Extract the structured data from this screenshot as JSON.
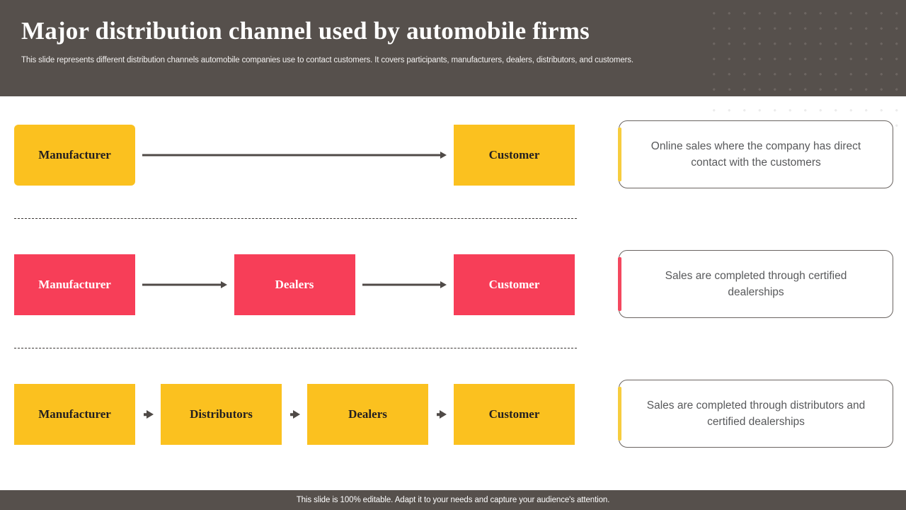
{
  "header": {
    "title": "Major distribution channel used by automobile firms",
    "subtitle": "This slide represents different distribution channels automobile companies use to contact customers. It covers participants, manufacturers, dealers, distributors, and customers.",
    "background_color": "#56504C",
    "dot_pattern_color": "#6D6662"
  },
  "colors": {
    "amber": "#FBC11F",
    "crimson": "#F73E58",
    "arrow": "#4F4A47",
    "card_text": "#58595B",
    "card_border": "#6A6461"
  },
  "flow": {
    "rows": [
      {
        "id": "direct-channel",
        "color": "amber",
        "nodes": [
          {
            "label": "Manufacturer",
            "width": 171,
            "rounded": true
          },
          {
            "label": "Customer",
            "width": 171,
            "rounded": false
          }
        ],
        "arrows": 1
      },
      {
        "id": "dealer-channel",
        "color": "crimson",
        "nodes": [
          {
            "label": "Manufacturer",
            "width": 171,
            "rounded": false
          },
          {
            "label": "Dealers",
            "width": 171,
            "rounded": false
          },
          {
            "label": "Customer",
            "width": 171,
            "rounded": false
          }
        ],
        "arrows": 2
      },
      {
        "id": "distributor-channel",
        "color": "amber",
        "nodes": [
          {
            "label": "Manufacturer",
            "width": 171,
            "rounded": false
          },
          {
            "label": "Distributors",
            "width": 171,
            "rounded": false
          },
          {
            "label": "Dealers",
            "width": 171,
            "rounded": false
          },
          {
            "label": "Customer",
            "width": 171,
            "rounded": false
          }
        ],
        "arrows": 3
      }
    ]
  },
  "cards": [
    {
      "id": "card-online-sales",
      "text": "Online sales where the company has direct contact with the customers",
      "accent": "amber"
    },
    {
      "id": "card-certified-dealerships",
      "text": "Sales are completed through certified dealerships",
      "accent": "crimson"
    },
    {
      "id": "card-distributors-dealerships",
      "text": "Sales are completed through distributors and certified dealerships",
      "accent": "amber"
    }
  ],
  "footer": {
    "text": "This slide is 100% editable. Adapt it to your needs and capture your audience's attention.",
    "background_color": "#56504C"
  }
}
